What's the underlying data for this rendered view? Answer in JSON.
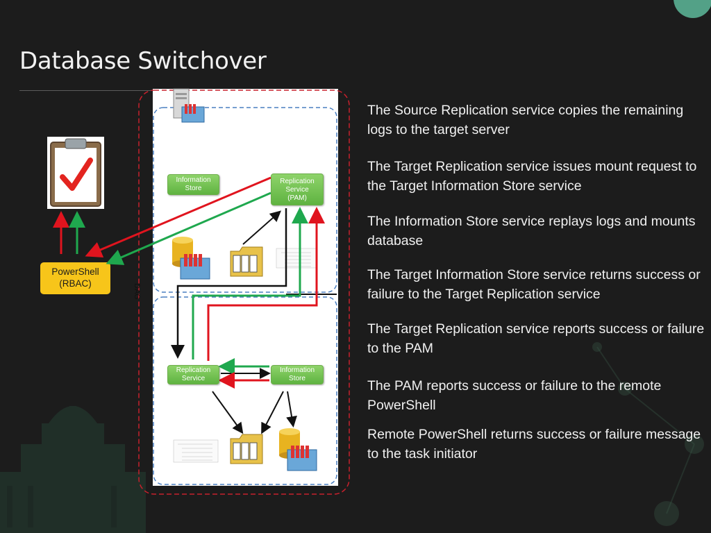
{
  "title": "Database Switchover",
  "steps": [
    "The Source Replication service copies the remaining logs to the target server",
    "The Target Replication service issues mount request to the Target Information Store service",
    "The Information Store service replays logs and mounts database",
    "The Target Information Store service returns success or failure to the Target Replication service",
    "The Target Replication service reports success or failure to the PAM",
    "The PAM reports success or failure to the remote PowerShell",
    "Remote PowerShell returns success or failure message to the task initiator"
  ],
  "powershell": {
    "line1": "PowerShell",
    "line2": "(RBAC)"
  },
  "diagram": {
    "dag_label": "DAG",
    "source_server": {
      "info_store": {
        "line1": "Information",
        "line2": "Store"
      },
      "replication": {
        "line1": "Replication",
        "line2": "Service",
        "line3": "(PAM)"
      }
    },
    "target_server": {
      "replication": {
        "line1": "Replication",
        "line2": "Service"
      },
      "info_store": {
        "line1": "Information",
        "line2": "Store"
      }
    }
  },
  "colors": {
    "accent_green": "#1fa84e",
    "accent_red": "#e0141e",
    "powershell_yellow": "#f7c51a",
    "dag_border": "#c8202c",
    "server_border": "#4a7fc1"
  }
}
